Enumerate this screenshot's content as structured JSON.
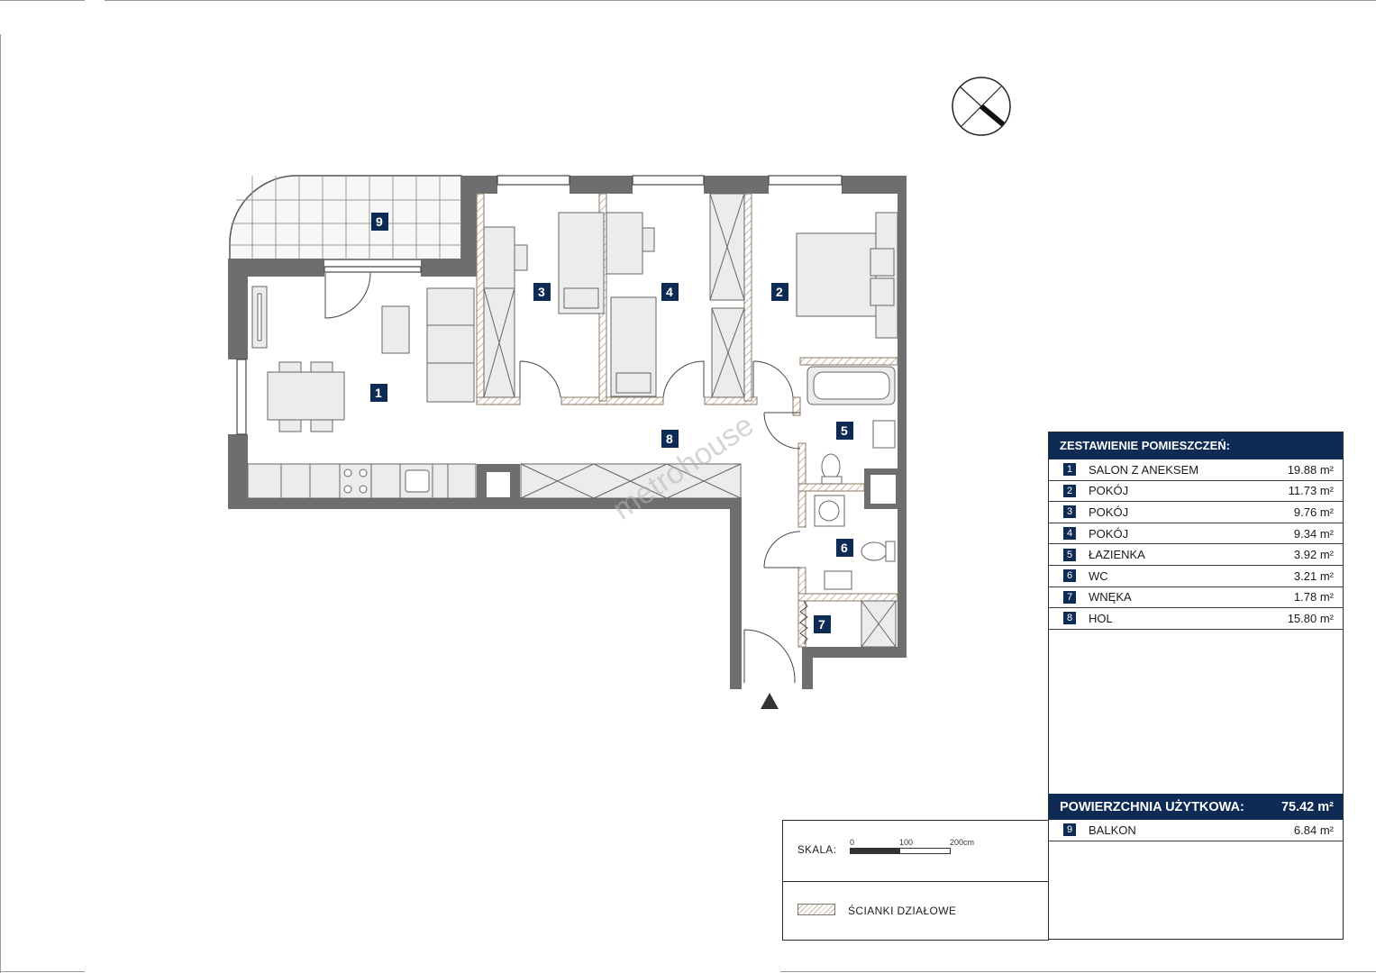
{
  "rooms": [
    {
      "num": "1",
      "name": "SALON Z ANEKSEM",
      "area": "19.88 m²"
    },
    {
      "num": "2",
      "name": "POKÓJ",
      "area": "11.73 m²"
    },
    {
      "num": "3",
      "name": "POKÓJ",
      "area": "9.76 m²"
    },
    {
      "num": "4",
      "name": "POKÓJ",
      "area": "9.34 m²"
    },
    {
      "num": "5",
      "name": "ŁAZIENKA",
      "area": "3.92 m²"
    },
    {
      "num": "6",
      "name": "WC",
      "area": "3.21 m²"
    },
    {
      "num": "7",
      "name": "WNĘKA",
      "area": "1.78 m²"
    },
    {
      "num": "8",
      "name": "HOL",
      "area": "15.80 m²"
    }
  ],
  "legend": {
    "title": "ZESTAWIENIE POMIESZCZEŃ:",
    "total_label": "POWIERZCHNIA UŻYTKOWA:",
    "total_value": "75.42 m²",
    "balcony": {
      "num": "9",
      "name": "BALKON",
      "area": "6.84 m²"
    }
  },
  "scale": {
    "label": "SKALA:",
    "ticks": [
      "0",
      "100",
      "200cm"
    ]
  },
  "partition_legend": "ŚCIANKI DZIAŁOWE",
  "watermark": "metrohouse",
  "colors": {
    "navy": "#0e2b55",
    "wall": "#6e6e6e",
    "furniture": "#ececec",
    "hatch": "#c9b79e"
  }
}
